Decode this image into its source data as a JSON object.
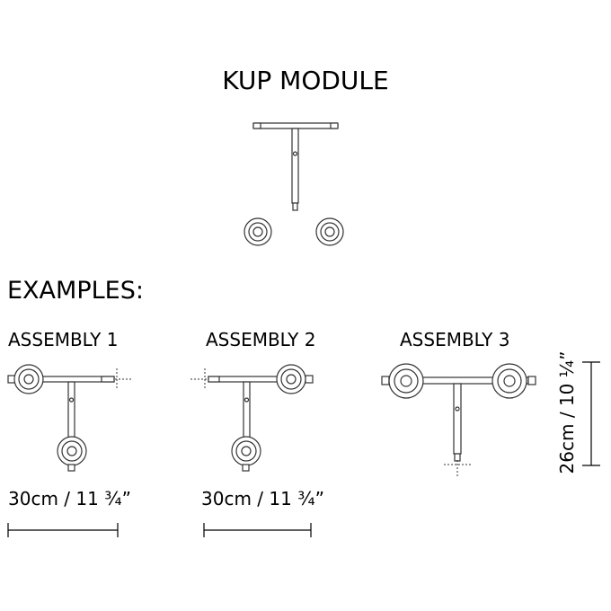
{
  "title": "KUP MODULE",
  "examples_heading": "EXAMPLES:",
  "assemblies": [
    {
      "label": "ASSEMBLY 1",
      "dimension": "30cm / 11 ¾”"
    },
    {
      "label": "ASSEMBLY 2",
      "dimension": "30cm / 11 ¾”"
    },
    {
      "label": "ASSEMBLY 3",
      "dimension": "26cm / 10 ¼”"
    }
  ]
}
